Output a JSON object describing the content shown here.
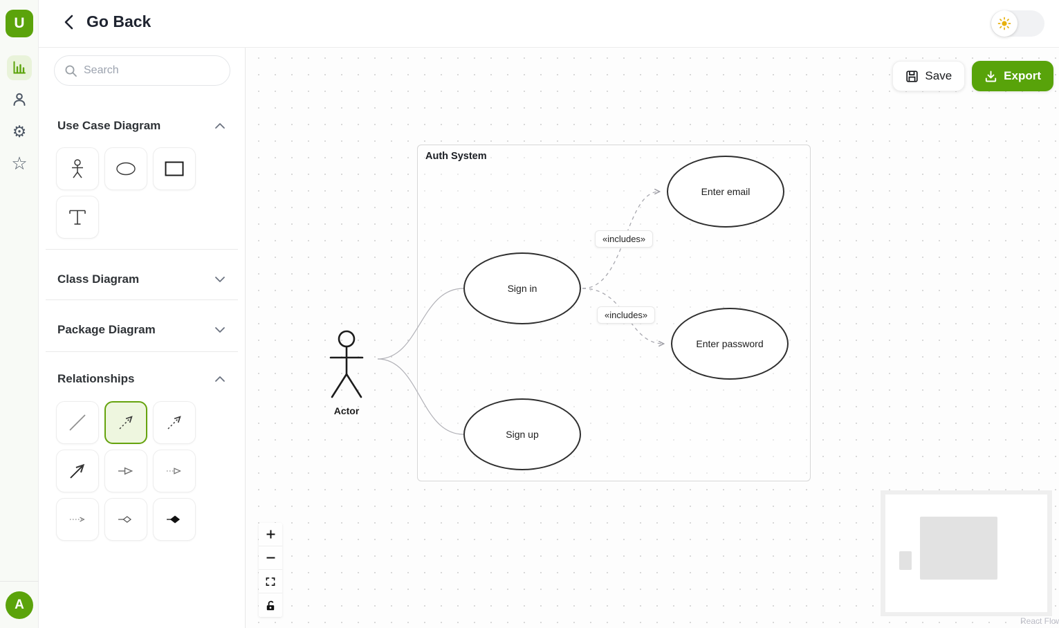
{
  "app": {
    "logo_letter": "U",
    "avatar_letter": "A",
    "accent_green": "#5ba30b"
  },
  "topbar": {
    "back_label": "Go Back",
    "theme_toggle": {
      "state": "light",
      "icon": "sun-icon"
    }
  },
  "rail": {
    "items": [
      {
        "name": "diagrams",
        "icon": "bar-chart-icon",
        "active": true
      },
      {
        "name": "profile",
        "icon": "user-icon",
        "active": false
      },
      {
        "name": "settings",
        "icon": "gear-icon",
        "active": false
      },
      {
        "name": "favorites",
        "icon": "star-icon",
        "active": false
      }
    ],
    "gear_glyph": "⚙",
    "star_glyph": "☆"
  },
  "sidebar": {
    "search": {
      "placeholder": "Search",
      "value": ""
    },
    "sections": [
      {
        "title": "Use Case Diagram",
        "expanded": true
      },
      {
        "title": "Class Diagram",
        "expanded": false
      },
      {
        "title": "Package Diagram",
        "expanded": false
      },
      {
        "title": "Relationships",
        "expanded": true
      }
    ],
    "use_case_tools": [
      "actor-icon",
      "ellipse-icon",
      "rectangle-icon",
      "text-icon"
    ],
    "relationship_tools": [
      "plain-line-icon",
      "dashed-arrow-icon (selected)",
      "dashed-arrow-icon",
      "solid-arrow-icon",
      "arrow-open-triangle-icon",
      "dotted-arrow-open-triangle-icon",
      "dotted-arrow-icon",
      "arrow-open-diamond-icon",
      "arrow-filled-diamond-icon"
    ]
  },
  "canvas": {
    "toolbar": {
      "save_label": "Save",
      "export_label": "Export"
    },
    "diagram": {
      "container_label": "Auth System",
      "actor_label": "Actor",
      "nodes": [
        {
          "label": "Sign in"
        },
        {
          "label": "Sign up"
        },
        {
          "label": "Enter email"
        },
        {
          "label": "Enter password"
        }
      ],
      "edge_labels": [
        {
          "text": "«includes»"
        },
        {
          "text": "«includes»"
        }
      ]
    },
    "controls": [
      "zoom-in",
      "zoom-out",
      "fit-view",
      "lock"
    ],
    "attribution": "React Flow"
  }
}
